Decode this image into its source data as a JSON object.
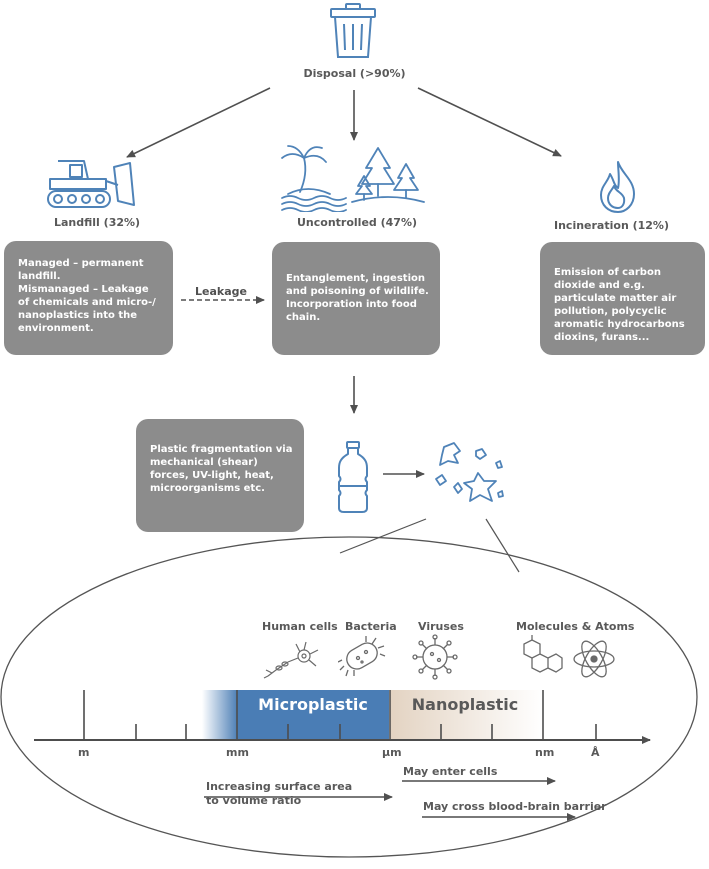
{
  "disposal": {
    "label": "Disposal (>90%)"
  },
  "landfill": {
    "label": "Landfill (32%)",
    "text": [
      "Managed – permanent landfill.",
      "Mismanaged – Leakage of chemicals and micro-/ nanoplastics into the environment."
    ]
  },
  "uncontrolled": {
    "label": "Uncontrolled (47%)",
    "text": "Entanglement, ingestion and poisoning of wildlife. Incorporation into food chain."
  },
  "incineration": {
    "label": "Incineration (12%)",
    "text": "Emission of carbon dioxide and e.g. particulate matter air pollution, polycyclic aromatic hydrocarbons dioxins, furans..."
  },
  "leakage": {
    "label": "Leakage"
  },
  "fragmentation": {
    "text": "Plastic fragmentation via mechanical (shear) forces, UV-light, heat, microorganisms etc."
  },
  "scale": {
    "categories": [
      "Human cells",
      "Bacteria",
      "Viruses",
      "Molecules & Atoms"
    ],
    "microplastic": "Microplastic",
    "nanoplastic": "Nanoplastic",
    "units": [
      "m",
      "mm",
      "µm",
      "nm",
      "Å"
    ],
    "notes": {
      "surface_ratio": "Increasing surface area to volume ratio",
      "enter_cells": "May enter cells",
      "bbb": "May cross blood-brain barrier"
    }
  },
  "colors": {
    "icon_blue": "#4f83b8",
    "box_grey": "#8c8c8c",
    "microplastic_blue": "#4a7db5",
    "nanoplastic_beige": "#e7d9c9",
    "text_grey": "#595959"
  }
}
